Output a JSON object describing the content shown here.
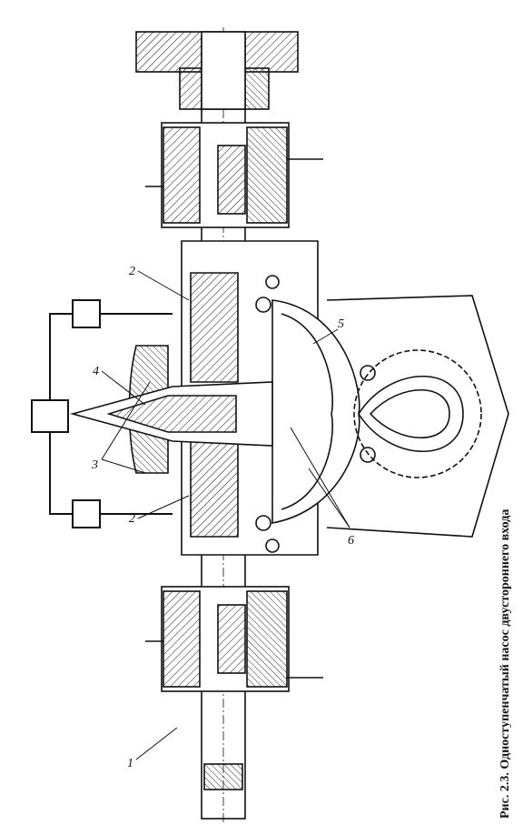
{
  "caption": "Рис. 2.3. Одноступенчатый насос двустороннего входа",
  "callouts": {
    "c1": "1",
    "c2a": "2",
    "c2b": "2",
    "c3": "3",
    "c4": "4",
    "c5": "5",
    "c6": "6"
  },
  "colors": {
    "ink": "#111111",
    "paper": "#ffffff"
  }
}
